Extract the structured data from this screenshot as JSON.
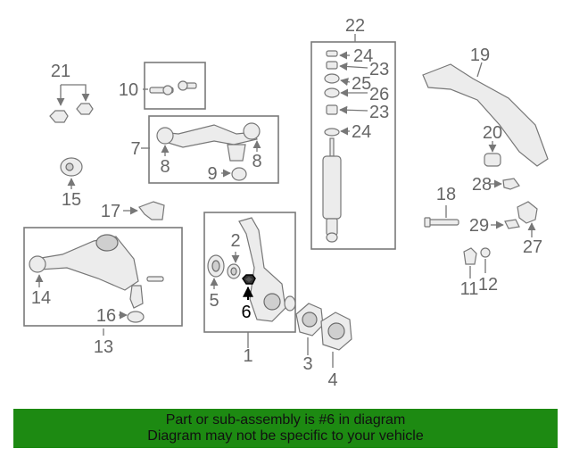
{
  "callouts": {
    "c1": "1",
    "c2": "2",
    "c3": "3",
    "c4": "4",
    "c5": "5",
    "c6": "6",
    "c7": "7",
    "c8a": "8",
    "c8b": "8",
    "c9": "9",
    "c10": "10",
    "c11": "11",
    "c12": "12",
    "c13": "13",
    "c14": "14",
    "c15": "15",
    "c16": "16",
    "c17": "17",
    "c18": "18",
    "c19": "19",
    "c20": "20",
    "c21": "21",
    "c22": "22",
    "c23a": "23",
    "c23b": "23",
    "c24a": "24",
    "c24b": "24",
    "c25": "25",
    "c26": "26",
    "c27": "27",
    "c28": "28",
    "c29": "29"
  },
  "banner": {
    "line1": "Part or sub-assembly is #6 in diagram",
    "line2": "Diagram may not be specific to your vehicle",
    "color": "#1d8a12"
  },
  "highlight": {
    "part": "6",
    "color": "#000000"
  }
}
